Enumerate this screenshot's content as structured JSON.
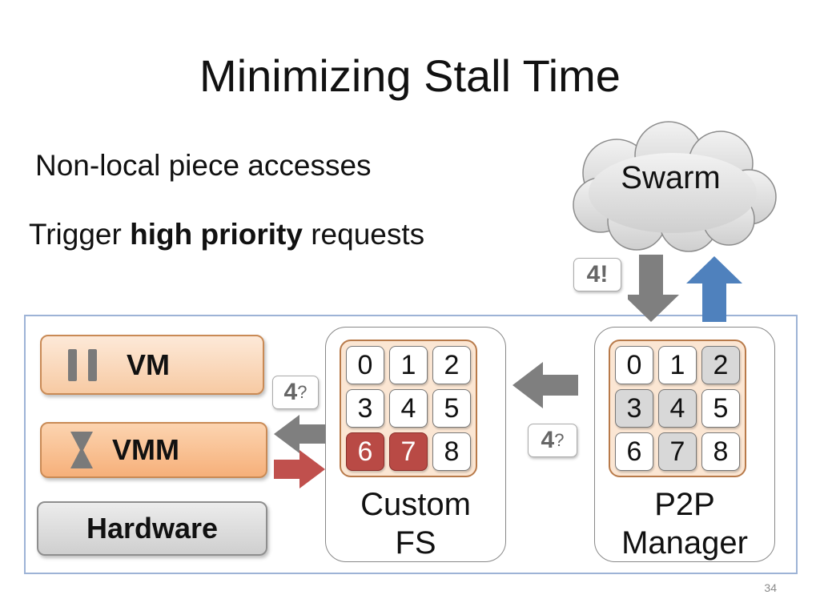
{
  "slide": {
    "title": "Minimizing Stall Time",
    "bullet1": "Non-local piece accesses",
    "bullet2_pre": "Trigger",
    "bullet2_bold": "high priority",
    "bullet2_post": "requests",
    "page_number": "34"
  },
  "cloud": {
    "label": "Swarm"
  },
  "layers": {
    "vm": "VM",
    "vmm": "VMM",
    "hardware": "Hardware"
  },
  "custom_fs": {
    "label_line1": "Custom",
    "label_line2": "FS",
    "cells": [
      {
        "n": "0",
        "state": "white"
      },
      {
        "n": "1",
        "state": "white"
      },
      {
        "n": "2",
        "state": "white"
      },
      {
        "n": "3",
        "state": "white"
      },
      {
        "n": "4",
        "state": "white"
      },
      {
        "n": "5",
        "state": "white"
      },
      {
        "n": "6",
        "state": "red"
      },
      {
        "n": "7",
        "state": "red"
      },
      {
        "n": "8",
        "state": "white"
      }
    ]
  },
  "p2p": {
    "label_line1": "P2P",
    "label_line2": "Manager",
    "cells": [
      {
        "n": "0",
        "state": "white"
      },
      {
        "n": "1",
        "state": "white"
      },
      {
        "n": "2",
        "state": "grey"
      },
      {
        "n": "3",
        "state": "grey"
      },
      {
        "n": "4",
        "state": "grey"
      },
      {
        "n": "5",
        "state": "white"
      },
      {
        "n": "6",
        "state": "white"
      },
      {
        "n": "7",
        "state": "grey"
      },
      {
        "n": "8",
        "state": "white"
      }
    ]
  },
  "tags": {
    "vm_request": {
      "num": "4",
      "mark": "?"
    },
    "fs_request": {
      "num": "4",
      "mark": "?"
    },
    "swarm_request": {
      "num": "4",
      "mark": "!"
    }
  },
  "colors": {
    "red": "#b94a45",
    "grey_arrow": "#7f7f7f",
    "blue_arrow": "#4f81bd",
    "peach": "#f6b07a",
    "frame": "#9db3d6"
  }
}
